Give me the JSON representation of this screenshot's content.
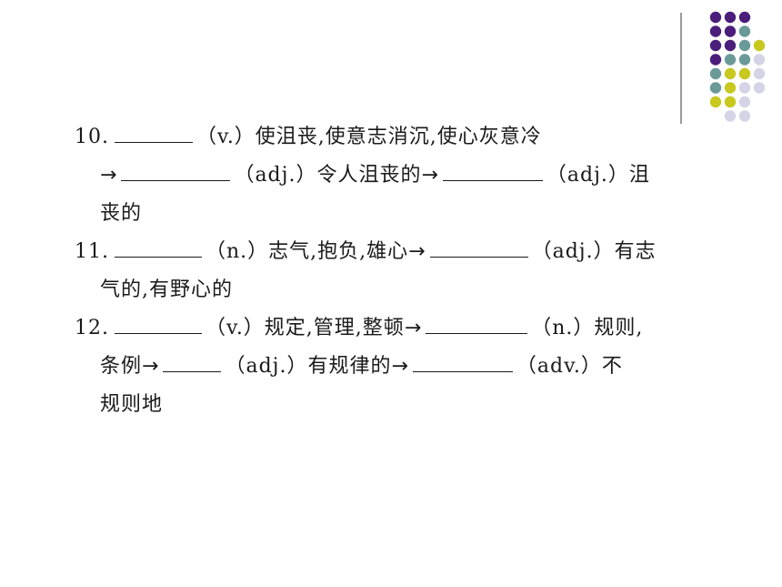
{
  "decor": {
    "dot_colors": {
      "purple": "#4a1e7a",
      "teal": "#6a9a98",
      "yellow": "#c8c81e",
      "lavender": "#d4d4e6"
    }
  },
  "items": [
    {
      "num": "10.",
      "lines": [
        [
          "（v.）使沮丧,使意志消沉,使心灰意冷"
        ],
        [
          "→",
          "（adj.）令人沮丧的",
          "→",
          "（adj.）沮"
        ],
        [
          "丧的"
        ]
      ]
    },
    {
      "num": "11.",
      "lines": [
        [
          "（n.）志气,抱负,雄心",
          "→",
          "（adj.）有志"
        ],
        [
          "气的,有野心的"
        ]
      ]
    },
    {
      "num": "12.",
      "lines": [
        [
          "（v.）规定,管理,整顿",
          "→",
          "（n.）规则,"
        ],
        [
          "条例",
          "→",
          "（adj.）有规律的",
          "→",
          "（adv.）不"
        ],
        [
          "规则地"
        ]
      ]
    }
  ]
}
